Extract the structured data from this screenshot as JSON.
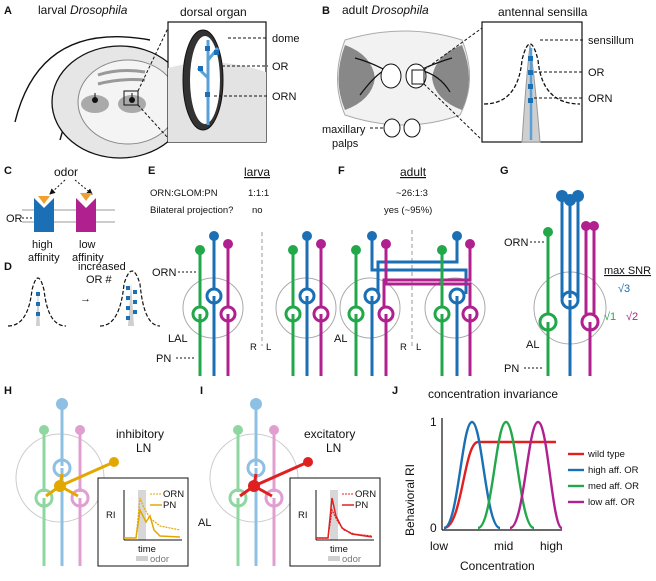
{
  "panels": {
    "A": {
      "letter": "A",
      "title_pre": "larval ",
      "title_em": "Drosophila",
      "inset_title": "dorsal organ",
      "labels": {
        "dome": "dome",
        "or": "OR",
        "orn": "ORN"
      }
    },
    "B": {
      "letter": "B",
      "title_pre": "adult ",
      "title_em": "Drosophila",
      "inset_title": "antennal sensilla",
      "labels": {
        "sensillum": "sensillum",
        "or": "OR",
        "orn": "ORN",
        "maxillary": "maxillary",
        "palps": "palps"
      }
    },
    "C": {
      "letter": "C",
      "odor": "odor",
      "or": "OR",
      "high1": "high",
      "high2": "affinity",
      "low1": "low",
      "low2": "affinity"
    },
    "D": {
      "letter": "D",
      "increased": "increased",
      "or_num": "OR #",
      "arrow": "→"
    },
    "E": {
      "letter": "E",
      "header": "larva",
      "ratio_label": "ORN:GLOM:PN",
      "ratio": "1:1:1",
      "bilateral_label": "Bilateral projection?",
      "bilateral": "no",
      "orn": "ORN",
      "lal": "LAL",
      "pn": "PN",
      "r": "R",
      "l": "L"
    },
    "F": {
      "letter": "F",
      "header": "adult",
      "ratio": "~26:1:3",
      "bilateral": "yes (~95%)",
      "al": "AL",
      "r": "R",
      "l": "L"
    },
    "G": {
      "letter": "G",
      "orn": "ORN",
      "al": "AL",
      "pn": "PN",
      "snr": "max SNR",
      "sqrt3": "√3",
      "sqrt1": "√1",
      "sqrt2": "√2"
    },
    "H": {
      "letter": "H",
      "ln1": "inhibitory",
      "ln2": "LN",
      "ri": "RI",
      "time": "time",
      "orn": "ORN",
      "pn": "PN",
      "odor": "odor"
    },
    "I": {
      "letter": "I",
      "ln1": "excitatory",
      "ln2": "LN",
      "al": "AL",
      "ri": "RI",
      "time": "time",
      "orn": "ORN",
      "pn": "PN",
      "odor": "odor"
    },
    "J": {
      "letter": "J",
      "title": "concentration invariance",
      "ylabel": "Behavioral RI",
      "y1": "1",
      "y0": "0",
      "x_low": "low",
      "x_mid": "mid",
      "x_high": "high",
      "xlabel": "Concentration",
      "legend": [
        "wild type",
        "high aff. OR",
        "med aff. OR",
        "low aff. OR"
      ]
    }
  },
  "colors": {
    "blue": "#1a6fb5",
    "magenta": "#b0208e",
    "green": "#22a84a",
    "red": "#e02020",
    "orange": "#f0a030",
    "gold": "#e3a800",
    "gray": "#bdbdbd"
  }
}
